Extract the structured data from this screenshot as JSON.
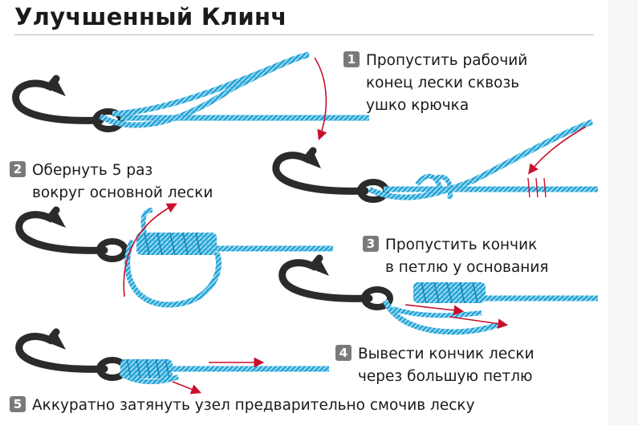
{
  "title": "Улучшенный Клинч",
  "steps": [
    {
      "num": "1",
      "lines": [
        "Пропустить рабочий",
        "конец лески сквозь",
        "ушко крючка"
      ]
    },
    {
      "num": "2",
      "lines": [
        "Обернуть 5 раз",
        "вокруг основной лески"
      ]
    },
    {
      "num": "3",
      "lines": [
        "Пропустить кончик",
        "в петлю у основания"
      ]
    },
    {
      "num": "4",
      "lines": [
        "Вывести кончик лески",
        "через большую петлю"
      ]
    },
    {
      "num": "5",
      "lines": [
        "Аккуратно затянуть узел предварительно смочив леску"
      ]
    }
  ],
  "colors": {
    "line": "#2aa6d8",
    "line_dark": "#1b7fb0",
    "hook": "#2b2b2b",
    "arrow": "#c8102e",
    "badge": "#7a7a7a"
  },
  "icons": [
    "fishing-hook-icon",
    "direction-arrow-icon"
  ]
}
